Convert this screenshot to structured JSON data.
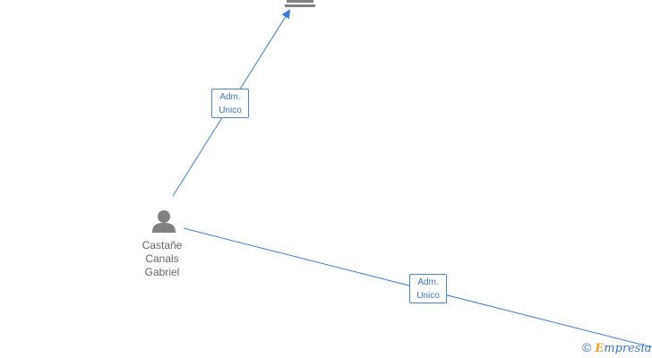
{
  "person": {
    "name_lines": [
      "Castañe",
      "Canals",
      "Gabriel"
    ]
  },
  "relations": [
    {
      "line1": "Adm.",
      "line2": "Unico"
    },
    {
      "line1": "Adm.",
      "line2": "Unico"
    }
  ],
  "watermark": {
    "copyright": "©",
    "brand_initial": "E",
    "brand_rest": "mpresia"
  },
  "colors": {
    "edge": "#3a7fd5",
    "node_icon": "#808080",
    "label_border": "#4a86c8"
  },
  "icons": {
    "person": "person-icon",
    "company": "building-icon"
  }
}
